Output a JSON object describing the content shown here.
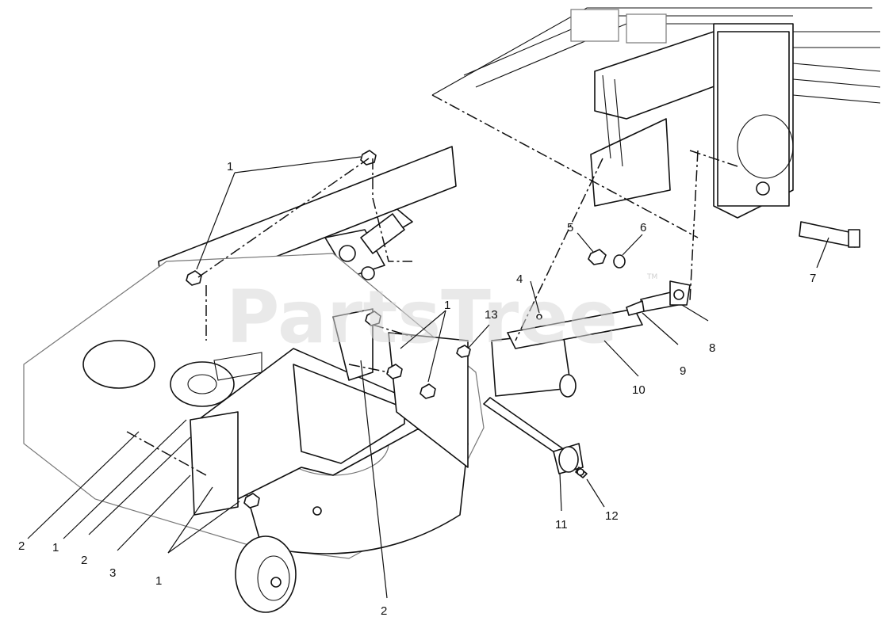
{
  "watermark": {
    "text": "PartsTree",
    "trademark": "TM"
  },
  "callouts": [
    {
      "id": "c1-top",
      "label": "1"
    },
    {
      "id": "c1-mid",
      "label": "1"
    },
    {
      "id": "c1-bottom-left",
      "label": "1"
    },
    {
      "id": "c1-bottom",
      "label": "1"
    },
    {
      "id": "c2-left",
      "label": "2"
    },
    {
      "id": "c2-left-lower",
      "label": "2"
    },
    {
      "id": "c2-bottom",
      "label": "2"
    },
    {
      "id": "c3",
      "label": "3"
    },
    {
      "id": "c4",
      "label": "4"
    },
    {
      "id": "c5",
      "label": "5"
    },
    {
      "id": "c6",
      "label": "6"
    },
    {
      "id": "c7",
      "label": "7"
    },
    {
      "id": "c8",
      "label": "8"
    },
    {
      "id": "c9",
      "label": "9"
    },
    {
      "id": "c10",
      "label": "10"
    },
    {
      "id": "c11",
      "label": "11"
    },
    {
      "id": "c12",
      "label": "12"
    },
    {
      "id": "c13",
      "label": "13"
    }
  ]
}
